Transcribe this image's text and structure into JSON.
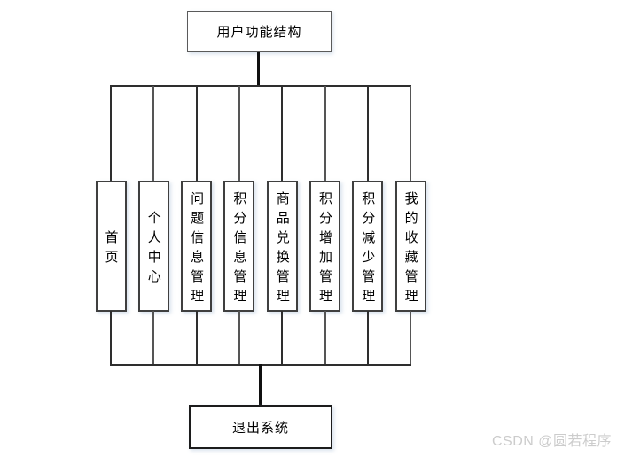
{
  "diagram": {
    "title": "用户功能结构",
    "root": {
      "label": "用户功能结构"
    },
    "leaf_nodes": [
      {
        "label": "首页"
      },
      {
        "label": "个人中心"
      },
      {
        "label": "问题信息管理"
      },
      {
        "label": "积分信息管理"
      },
      {
        "label": "商品兑换管理"
      },
      {
        "label": "积分增加管理"
      },
      {
        "label": "积分减少管理"
      },
      {
        "label": "我的收藏管理"
      }
    ],
    "exit": {
      "label": "退出系统"
    }
  },
  "watermark": {
    "text": "CSDN @圆若程序"
  },
  "colors": {
    "background": "#ffffff",
    "box_border": "#3f3f3f",
    "line": "#2e2e2e",
    "text": "#000000",
    "watermark": "#cccccc"
  }
}
